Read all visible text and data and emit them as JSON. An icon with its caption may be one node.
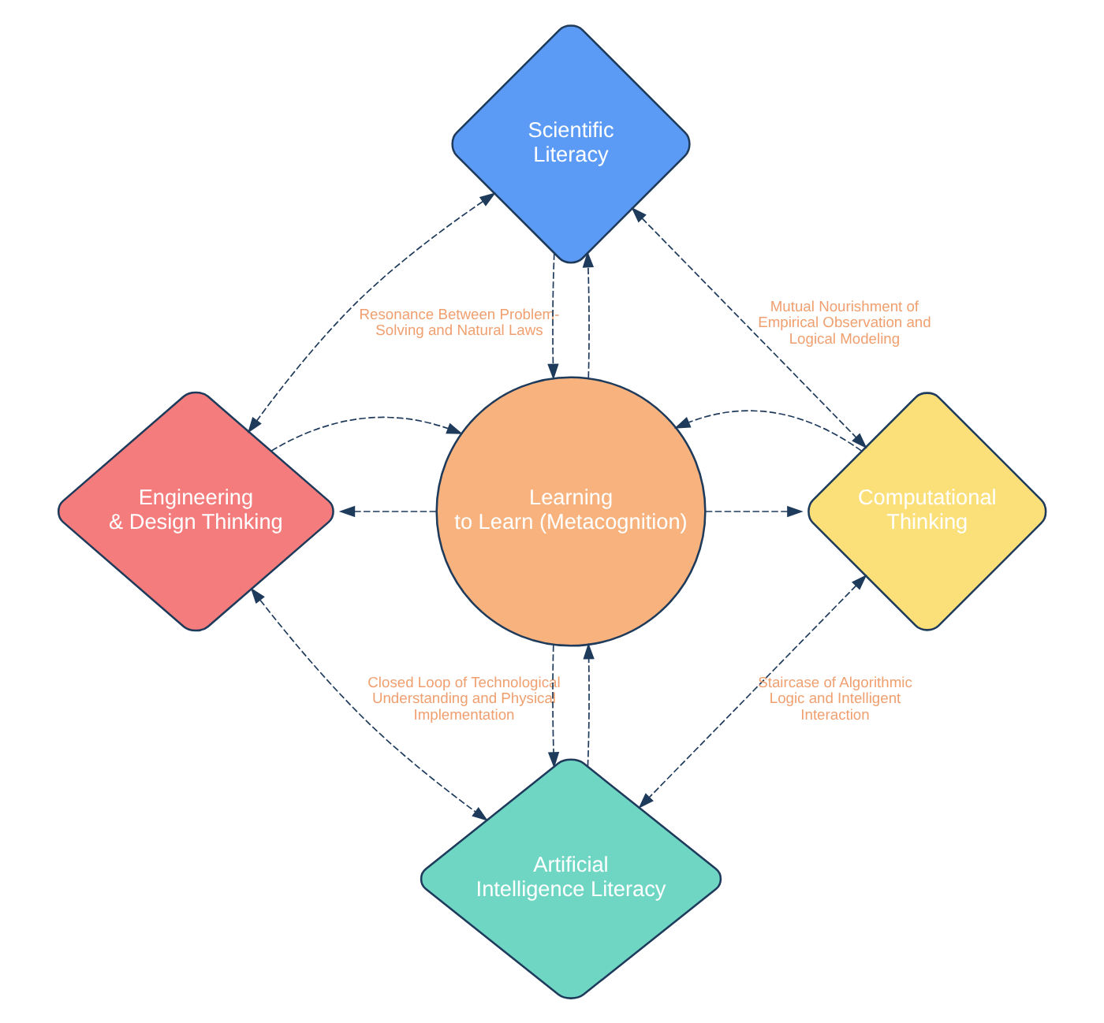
{
  "diagram": {
    "nodes": [
      {
        "text": [
          "Scientific Literacy"
        ]
      },
      {
        "text": [
          "Engineering & Design Thinking"
        ]
      },
      {
        "text": [
          "Learning to Learn (Metacognition)"
        ]
      },
      {
        "text": [
          "Computational Thinking"
        ]
      },
      {
        "text": [
          "Artificial Intelligence Literacy"
        ]
      }
    ],
    "edges": [
      {
        "from": 2,
        "to": 0,
        "arrow": "to",
        "style": "dashed"
      },
      {
        "from": 0,
        "to": 2,
        "arrow": "to",
        "style": "dashed"
      },
      {
        "from": 2,
        "to": 1,
        "arrow": "to",
        "style": "dashed"
      },
      {
        "from": 1,
        "to": 2,
        "arrow": "to",
        "style": "dashed"
      },
      {
        "from": 2,
        "to": 3,
        "arrow": "to",
        "style": "dashed"
      },
      {
        "from": 3,
        "to": 2,
        "arrow": "to",
        "style": "dashed"
      },
      {
        "from": 2,
        "to": 4,
        "arrow": "to",
        "style": "dashed"
      },
      {
        "from": 4,
        "to": 2,
        "arrow": "to",
        "style": "dashed"
      },
      {
        "from": 0,
        "to": 1,
        "arrow": "both",
        "style": "dashed",
        "label": "Resonance Between Problem-Solving and Natural Laws"
      },
      {
        "from": 0,
        "to": 3,
        "arrow": "both",
        "style": "dashed",
        "label": "Mutual Nourishment of Empirical Observation and Logical Modeling"
      },
      {
        "from": 1,
        "to": 4,
        "arrow": "both",
        "style": "dashed",
        "label": "Closed Loop of Technological Understanding and Physical Implementation"
      },
      {
        "from": 3,
        "to": 4,
        "arrow": "both",
        "style": "dashed",
        "label": "Staircase of Algorithmic Logic and Intelligent Interaction"
      }
    ]
  }
}
